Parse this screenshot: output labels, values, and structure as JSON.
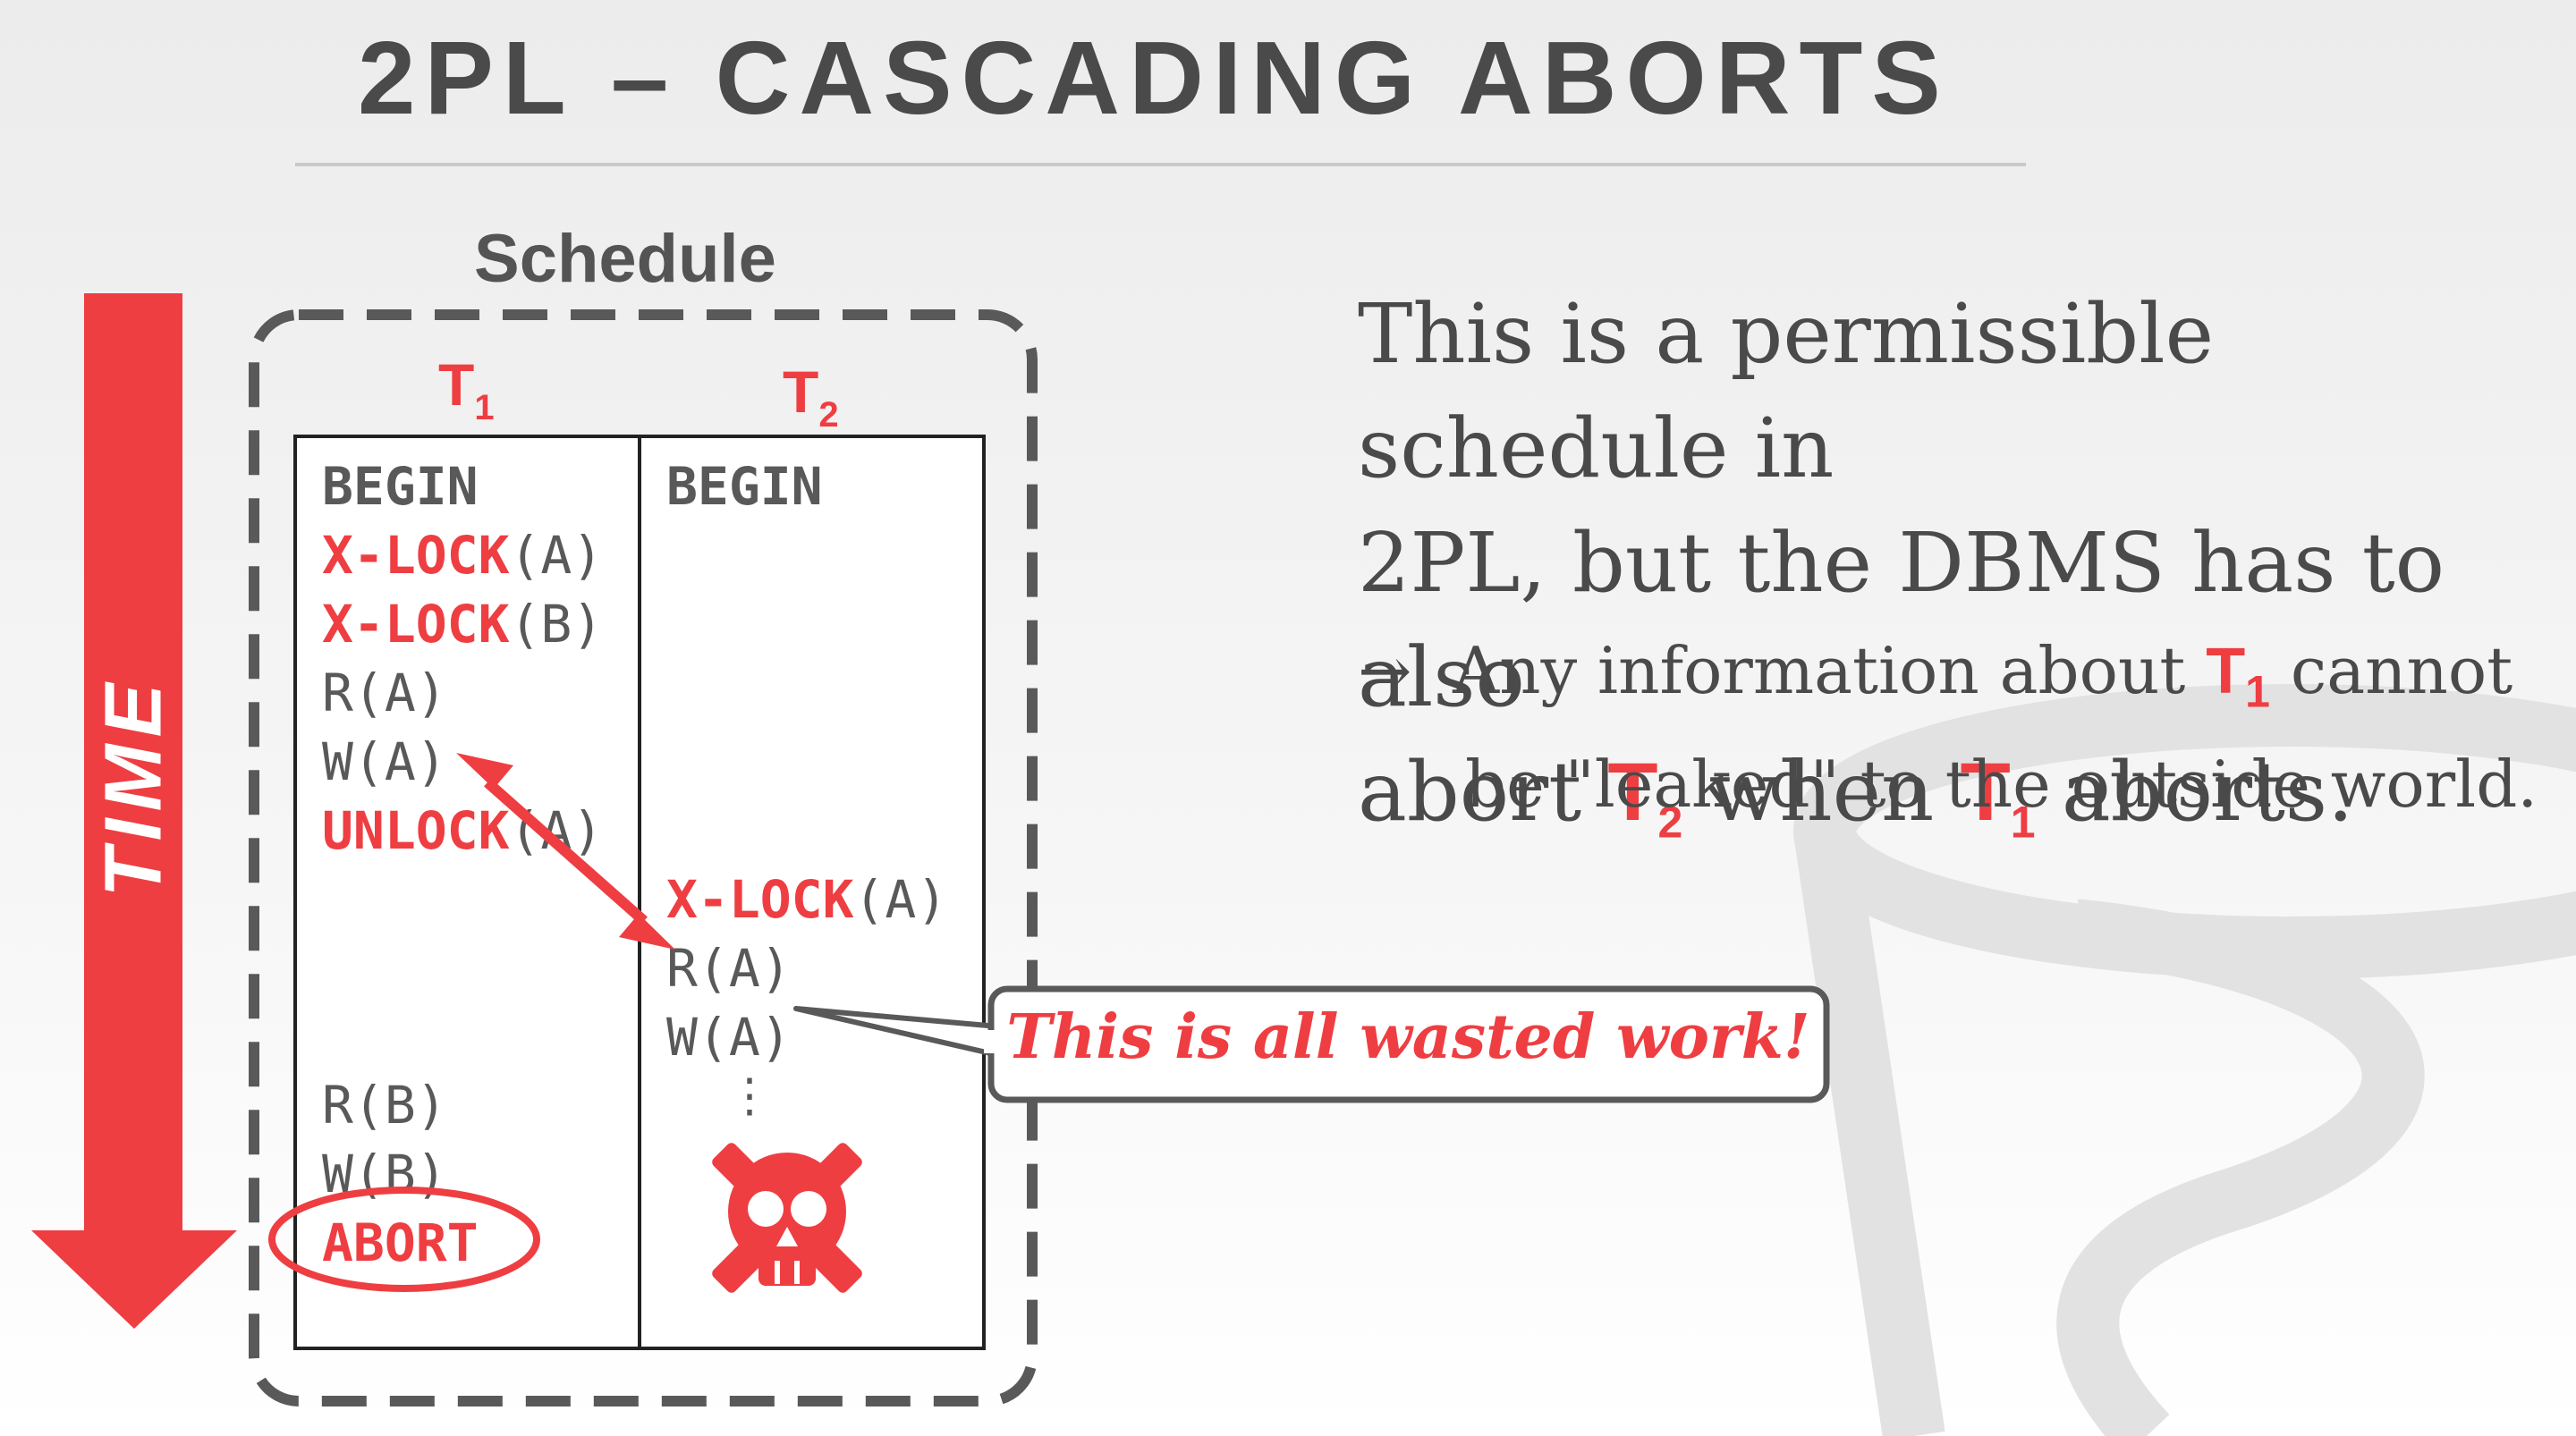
{
  "title": "2PL – CASCADING ABORTS",
  "schedule_label": "Schedule",
  "time_label": "TIME",
  "t1": {
    "base": "T",
    "sub": "1"
  },
  "t2": {
    "base": "T",
    "sub": "2"
  },
  "t1_ops": {
    "begin": "BEGIN",
    "xlock_a_kw": "X-LOCK",
    "xlock_a_arg": "(A)",
    "xlock_b_kw": "X-LOCK",
    "xlock_b_arg": "(B)",
    "read_a": "R(A)",
    "write_a": "W(A)",
    "unlock_kw": "UNLOCK",
    "unlock_arg": "(A)",
    "read_b": "R(B)",
    "write_b": "W(B)",
    "abort": "ABORT"
  },
  "t2_ops": {
    "begin": "BEGIN",
    "xlock_a_kw": "X-LOCK",
    "xlock_a_arg": "(A)",
    "read_a": "R(A)",
    "write_a": "W(A)",
    "ellipsis": "⋮"
  },
  "body": {
    "line1": "This is a permissible schedule in",
    "line2": "2PL, but the DBMS has to also",
    "line3_a": "abort",
    "line3_b": "when",
    "line3_c": "aborts."
  },
  "bullet": {
    "arrow": "→",
    "line1_a": "Any information about",
    "line1_b": "cannot",
    "line2": "be \"leaked\" to the outside world."
  },
  "callout": "This is all wasted work!",
  "colors": {
    "accent": "#ee3e42",
    "text": "#4a4a4a",
    "border": "#595959"
  },
  "icons": {
    "skull": "skull-crossbones-icon",
    "time_arrow": "down-arrow-icon"
  }
}
